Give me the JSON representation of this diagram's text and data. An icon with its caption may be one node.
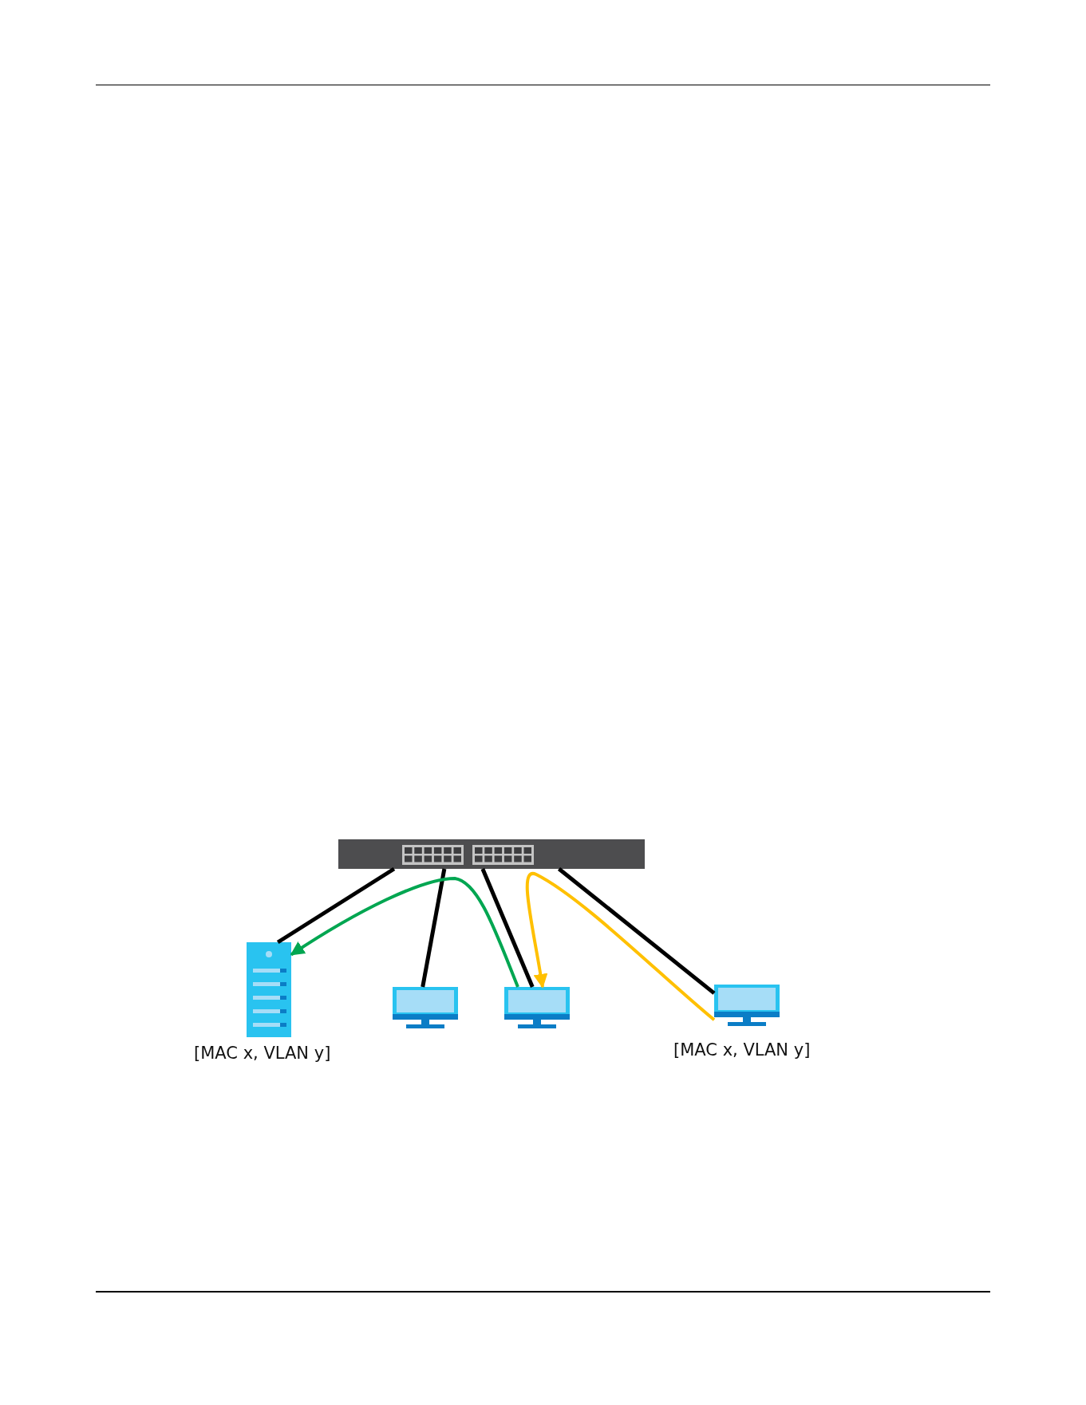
{
  "diagram": {
    "nodes": [
      {
        "text": [],
        "shape": "picture"
      },
      {
        "text": [],
        "shape": "picture",
        "beside": [
          "[MAC x, VLAN y]"
        ]
      },
      {
        "text": [],
        "shape": "picture"
      },
      {
        "text": [],
        "shape": "picture"
      },
      {
        "text": [],
        "shape": "picture",
        "beside": [
          "[MAC x, VLAN y]"
        ]
      }
    ],
    "edges": [
      {
        "from": 0,
        "to": 1,
        "arrow": "none"
      },
      {
        "from": 0,
        "to": 2,
        "arrow": "none"
      },
      {
        "from": 0,
        "to": 3,
        "arrow": "none"
      },
      {
        "from": 0,
        "to": 4,
        "arrow": "none"
      },
      {
        "from": 3,
        "to": 1,
        "arrow": "to",
        "color": "#00a651"
      },
      {
        "from": 4,
        "to": 3,
        "arrow": "to",
        "color": "#ffc000"
      }
    ]
  }
}
